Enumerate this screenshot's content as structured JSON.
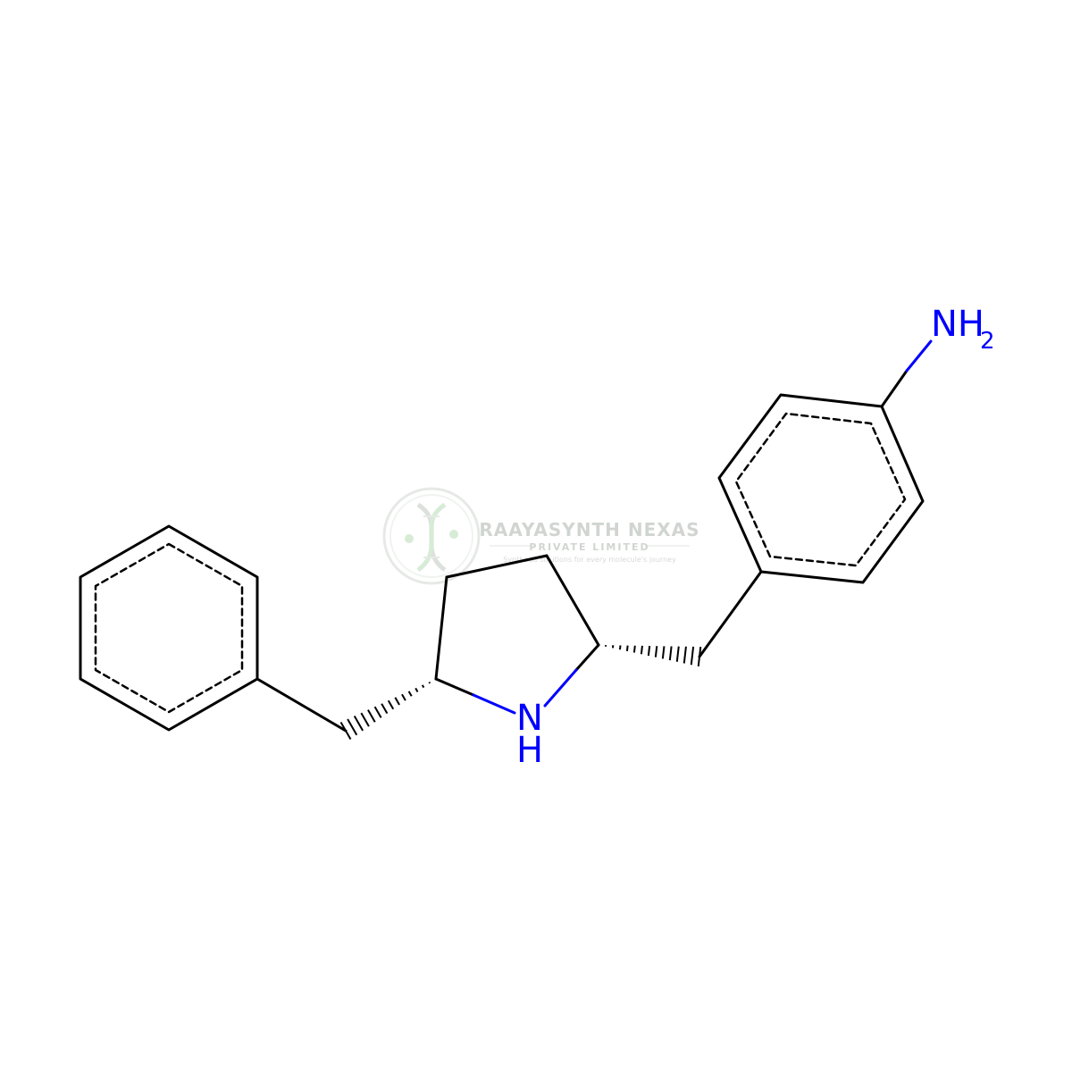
{
  "molecule": {
    "atoms": {
      "amine_n": "NH",
      "amine_sub": "2",
      "ring_n": "N",
      "ring_h": "H"
    },
    "colors": {
      "bond": "#000000",
      "nitrogen": "#0000ff"
    }
  },
  "watermark": {
    "company": "RAAYASYNTH NEXAS",
    "subtitle": "PRIVATE LIMITED",
    "tagline": "Synthesis solutions for every molecule's journey",
    "color": "#9aa39a",
    "accent": "#7fbf7f",
    "icon": "dna-helix-logo-icon"
  }
}
